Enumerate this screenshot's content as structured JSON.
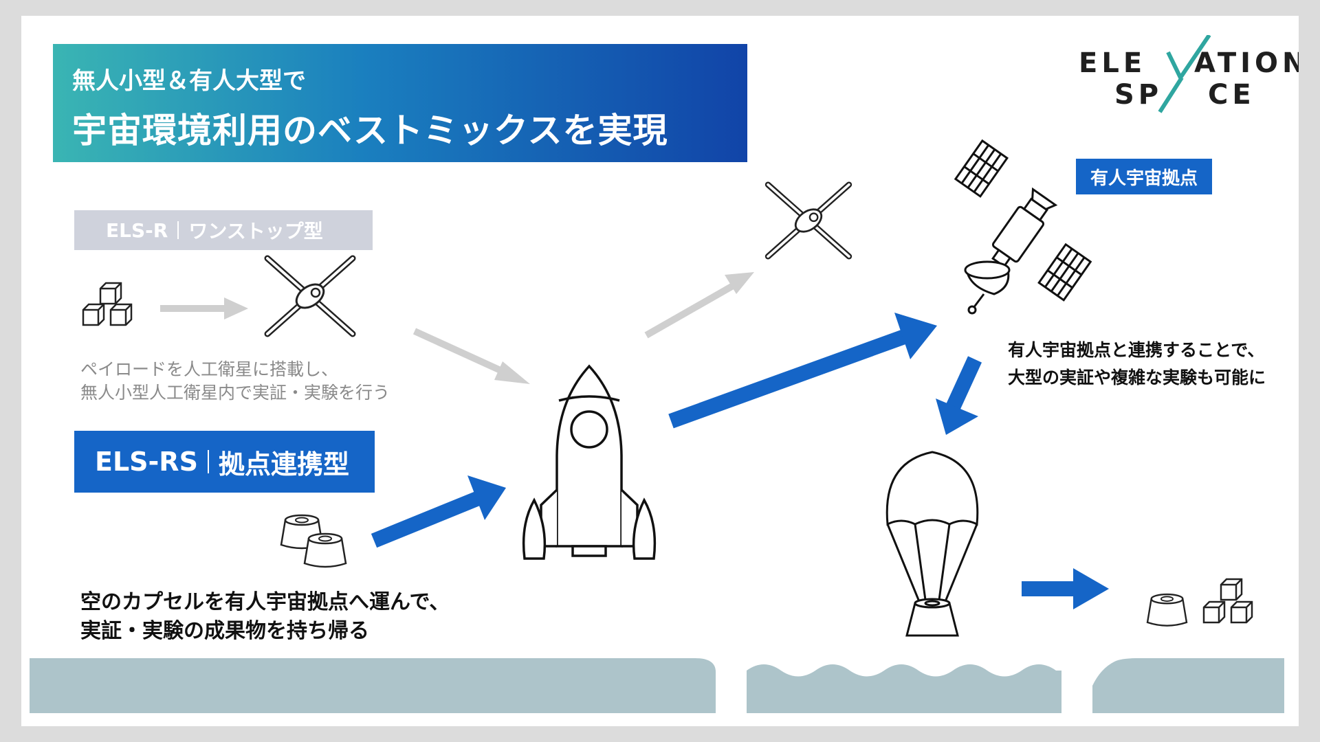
{
  "banner": {
    "subtitle": "無人小型＆有人大型で",
    "title": "宇宙環境利用のベストミックスを実現"
  },
  "logo": {
    "line1_left": "ELE",
    "line1_right": "ATION",
    "line2_left": "SP",
    "line2_right": "CE",
    "accent_color": "#2fa6a0"
  },
  "els_r": {
    "code": "ELS-R",
    "name": "ワンストップ型",
    "description_lines": [
      "ペイロードを人工衛星に搭載し、",
      "無人小型人工衛星内で実証・実験を行う"
    ]
  },
  "els_rs": {
    "code": "ELS-RS",
    "name": "拠点連携型",
    "description_lines": [
      "空のカプセルを有人宇宙拠点へ運んで、",
      "実証・実験の成果物を持ち帰る"
    ]
  },
  "station": {
    "label": "有人宇宙拠点",
    "description_lines": [
      "有人宇宙拠点と連携することで、",
      "大型の実証や複雑な実験も可能に"
    ]
  },
  "colors": {
    "blue": "#1565c7",
    "grey_arrow": "#cfcfcf",
    "ground": "#adc4ca",
    "grey_tag": "#cfd2dc"
  },
  "icons": [
    "cube-stack-icon",
    "satellite-icon",
    "rocket-icon",
    "space-station-icon",
    "capsule-icon",
    "parachute-capsule-icon"
  ]
}
